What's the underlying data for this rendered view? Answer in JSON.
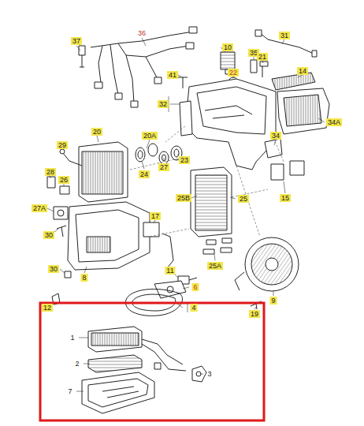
{
  "diagram": {
    "labels": [
      "37",
      "36",
      "10",
      "31",
      "35",
      "21",
      "41",
      "22",
      "14",
      "32",
      "34A",
      "34",
      "20",
      "20A",
      "29",
      "27",
      "23",
      "24",
      "28",
      "26",
      "25B",
      "25",
      "15",
      "27A",
      "17",
      "30",
      "8",
      "30",
      "25A",
      "11",
      "6",
      "9",
      "12",
      "4",
      "19",
      "1",
      "2",
      "3",
      "7"
    ]
  }
}
